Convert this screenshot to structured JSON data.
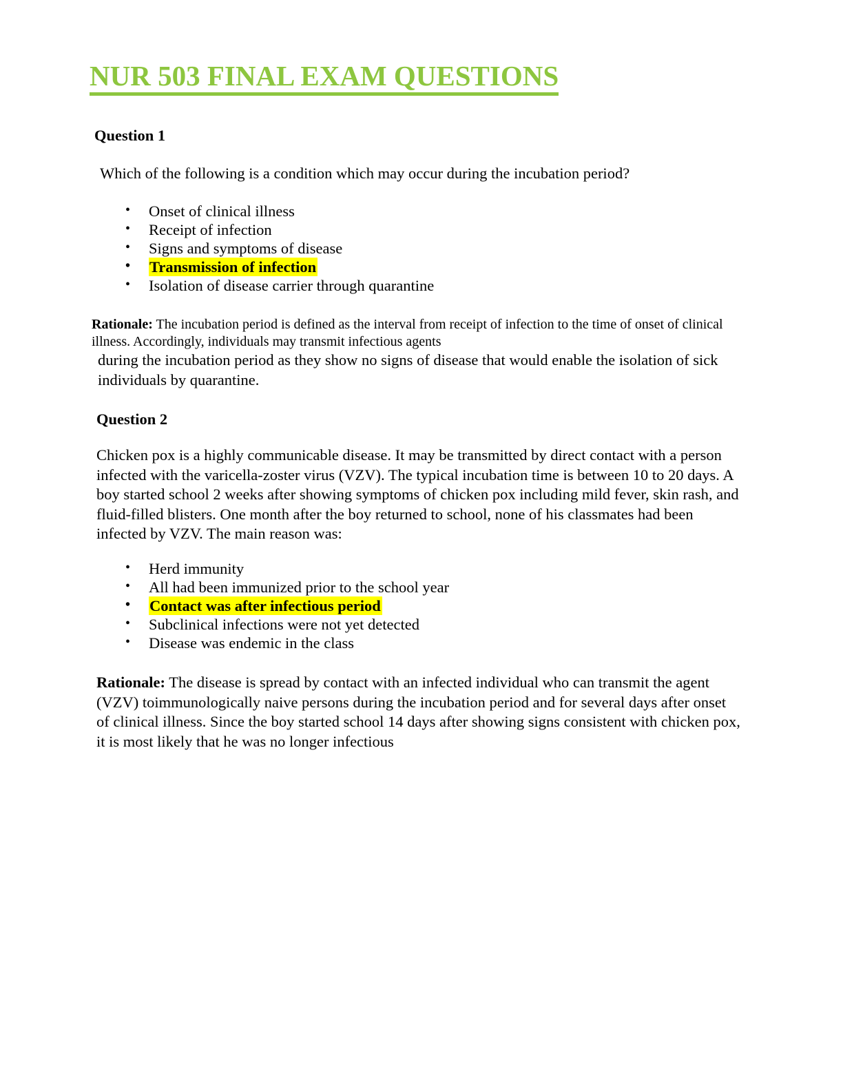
{
  "document": {
    "title": "NUR 503 FINAL EXAM QUESTIONS",
    "title_color": "#8DC63F",
    "highlight_color": "#FFFF00",
    "text_color": "#000000",
    "background_color": "#FFFFFF"
  },
  "questions": [
    {
      "heading": "Question 1",
      "stem": "Which of the following is a condition which may occur during the incubation period?",
      "options": [
        {
          "text": "Onset of clinical illness",
          "highlighted": false
        },
        {
          "text": "Receipt of infection",
          "highlighted": false
        },
        {
          "text": "Signs and symptoms of disease",
          "highlighted": false
        },
        {
          "text": "Transmission of infection",
          "highlighted": true
        },
        {
          "text": "Isolation of disease carrier through quarantine",
          "highlighted": false
        }
      ],
      "rationale_label": "Rationale:",
      "rationale_part1": " The incubation period is defined as the interval from receipt of infection to the time of onset of clinical illness. Accordingly, individuals may transmit infectious agents",
      "rationale_part2": "during the incubation period as they show no signs of disease that would enable the isolation of sick individuals by quarantine."
    },
    {
      "heading": "Question 2",
      "stem": "Chicken pox is a highly communicable disease. It may be transmitted by direct contact with a person infected with the varicella-zoster virus (VZV). The typical incubation time is between 10 to 20 days. A boy started school 2 weeks after showing symptoms of chicken pox including mild fever, skin rash, and fluid-filled blisters. One month after the boy returned to school, none of his classmates had been infected by VZV. The main reason was:",
      "options": [
        {
          "text": "Herd immunity",
          "highlighted": false
        },
        {
          "text": "All had been immunized prior to the school year",
          "highlighted": false
        },
        {
          "text": "Contact was after infectious period",
          "highlighted": true
        },
        {
          "text": "Subclinical infections were not yet detected",
          "highlighted": false
        },
        {
          "text": "Disease was endemic in the class",
          "highlighted": false
        }
      ],
      "rationale_label": "Rationale:",
      "rationale_part1": " The disease is spread by contact with an infected individual who can transmit the agent (VZV) toimmunologically naive persons during the incubation period and for several days after onset of clinical illness. Since the boy started school 14 days after showing signs consistent with chicken pox, it is most likely that he was no longer infectious",
      "rationale_part2": ""
    }
  ]
}
